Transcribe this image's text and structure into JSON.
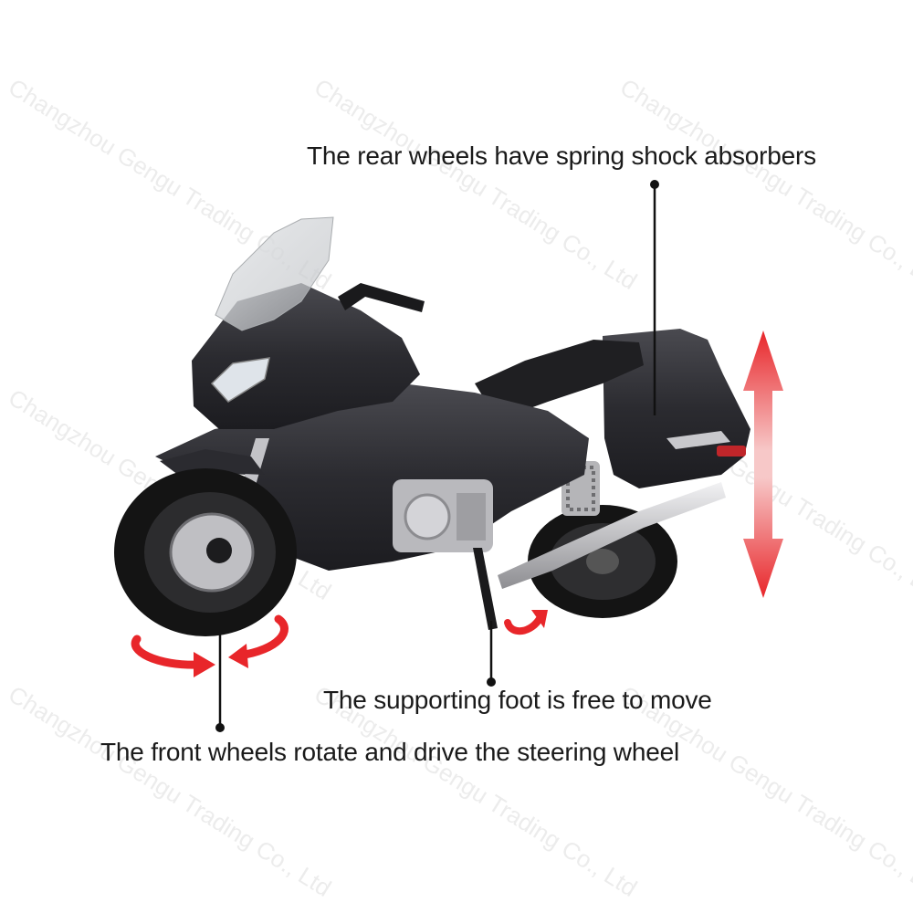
{
  "callouts": {
    "rear": "The rear wheels have spring shock absorbers",
    "foot": "The supporting foot is free to move",
    "front": "The front wheels rotate and drive the steering wheel"
  },
  "watermark": "Changzhou Gengu Trading Co., Ltd",
  "colors": {
    "arrow_red": "#e8262a",
    "body_dark": "#2a2a2e",
    "tire": "#141414",
    "chrome": "#c9c9cc"
  }
}
